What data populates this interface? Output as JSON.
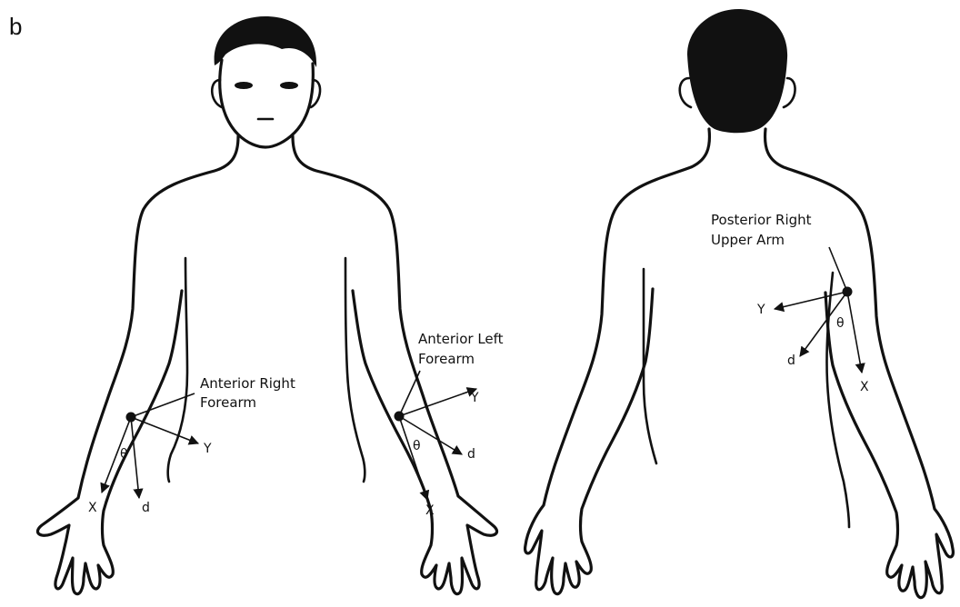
{
  "panel_letter": "b",
  "sensors": {
    "anterior_right_forearm": {
      "label_line1": "Anterior Right",
      "label_line2": "Forearm",
      "axis_x": "X",
      "axis_y": "Y",
      "axis_d": "d",
      "angle": "θ"
    },
    "anterior_left_forearm": {
      "label_line1": "Anterior Left",
      "label_line2": "Forearm",
      "axis_x": "X",
      "axis_y": "Y",
      "axis_d": "d",
      "angle": "θ"
    },
    "posterior_right_upper_arm": {
      "label_line1": "Posterior Right",
      "label_line2": "Upper Arm",
      "axis_x": "X",
      "axis_y": "Y",
      "axis_d": "d",
      "angle": "θ"
    }
  }
}
